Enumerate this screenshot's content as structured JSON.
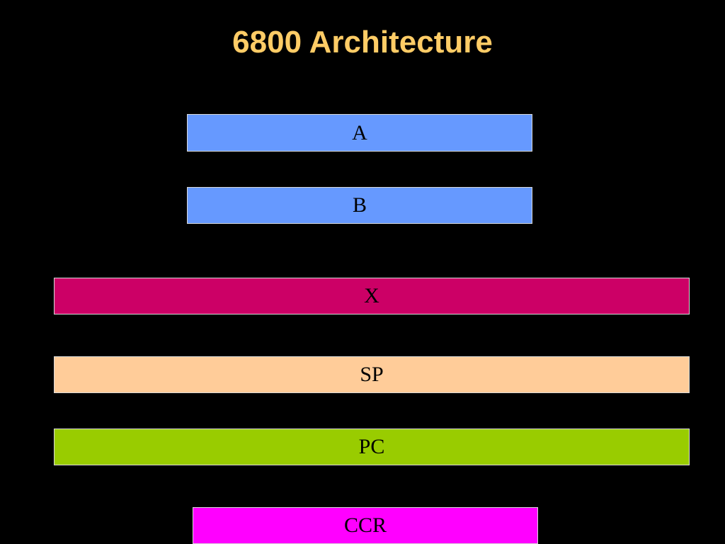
{
  "slide": {
    "title": "6800 Architecture"
  },
  "registers": [
    {
      "id": "reg-a",
      "label": "A",
      "color": "#6699FF"
    },
    {
      "id": "reg-b",
      "label": "B",
      "color": "#6699FF"
    },
    {
      "id": "reg-x",
      "label": "X",
      "color": "#CC0066"
    },
    {
      "id": "reg-sp",
      "label": "SP",
      "color": "#FFCC99"
    },
    {
      "id": "reg-pc",
      "label": "PC",
      "color": "#99CC00"
    },
    {
      "id": "reg-ccr",
      "label": "CCR",
      "color": "#FF00FF"
    }
  ],
  "colors": {
    "background": "#000000",
    "title": "#FFCC66",
    "label_text": "#000000",
    "box_border": "#D9D9D9"
  }
}
